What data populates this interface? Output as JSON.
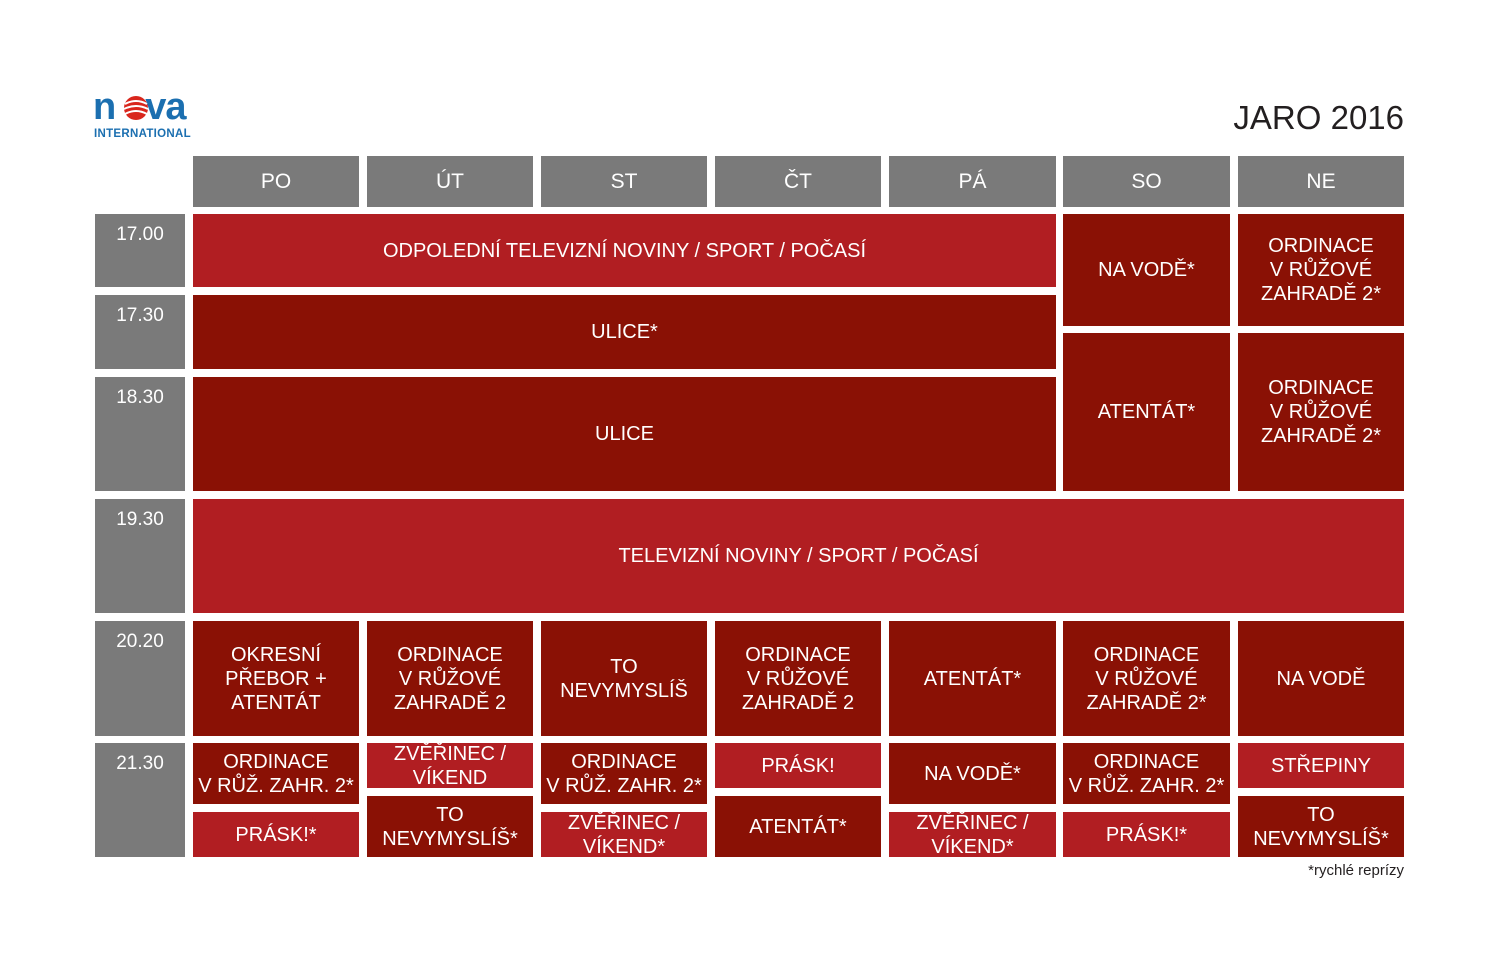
{
  "logo": {
    "brand": "nova",
    "subtitle": "INTERNATIONAL"
  },
  "season": "JARO 2016",
  "days": [
    "PO",
    "ÚT",
    "ST",
    "ČT",
    "PÁ",
    "SO",
    "NE"
  ],
  "times": [
    "17.00",
    "17.30",
    "18.30",
    "19.30",
    "20.20",
    "21.30"
  ],
  "programs": {
    "weekday_1700": "ODPOLEDNÍ TELEVIZNÍ NOVINY / SPORT / POČASÍ",
    "weekday_1730": "ULICE*",
    "weekday_1830": "ULICE",
    "sat_1700": "NA VODĚ*",
    "sat_1830": "ATENTÁT*",
    "sun_1700": "ORDINACE\nV RŮŽOVÉ\nZAHRADĚ 2*",
    "sun_1830": "ORDINACE\nV RŮŽOVÉ\nZAHRADĚ 2*",
    "all_1930": "TELEVIZNÍ NOVINY / SPORT / POČASÍ",
    "mon_2020": "OKRESNÍ\nPŘEBOR +\nATENTÁT",
    "tue_2020": "ORDINACE\nV RŮŽOVÉ\nZAHRADĚ 2",
    "wed_2020": "TO\nNEVYMYSLÍŠ",
    "thu_2020": "ORDINACE\nV RŮŽOVÉ\nZAHRADĚ 2",
    "fri_2020": "ATENTÁT*",
    "sat_2020": "ORDINACE\nV RŮŽOVÉ\nZAHRADĚ 2*",
    "sun_2020": "NA VODĚ",
    "mon_2130_a": "ORDINACE\nV RŮŽ. ZAHR. 2*",
    "mon_2130_b": "PRÁSK!*",
    "tue_2130_a": "ZVĚŘINEC /\nVÍKEND",
    "tue_2130_b": "TO\nNEVYMYSLÍŠ*",
    "wed_2130_a": "ORDINACE\nV RŮŽ. ZAHR. 2*",
    "wed_2130_b": "ZVĚŘINEC /\nVÍKEND*",
    "thu_2130_a": "PRÁSK!",
    "thu_2130_b": "ATENTÁT*",
    "fri_2130_a": "NA VODĚ*",
    "fri_2130_b": "ZVĚŘINEC /\nVÍKEND*",
    "sat_2130_a": "ORDINACE\nV RŮŽ. ZAHR. 2*",
    "sat_2130_b": "PRÁSK!*",
    "sun_2130_a": "STŘEPINY",
    "sun_2130_b": "TO\nNEVYMYSLÍŠ*"
  },
  "footnote": "*rychlé reprízy",
  "colors": {
    "header_gray": "#7a7a7a",
    "dark_red": "#8a1105",
    "bright_red": "#b11e22",
    "brand_blue": "#1b6fb0"
  }
}
